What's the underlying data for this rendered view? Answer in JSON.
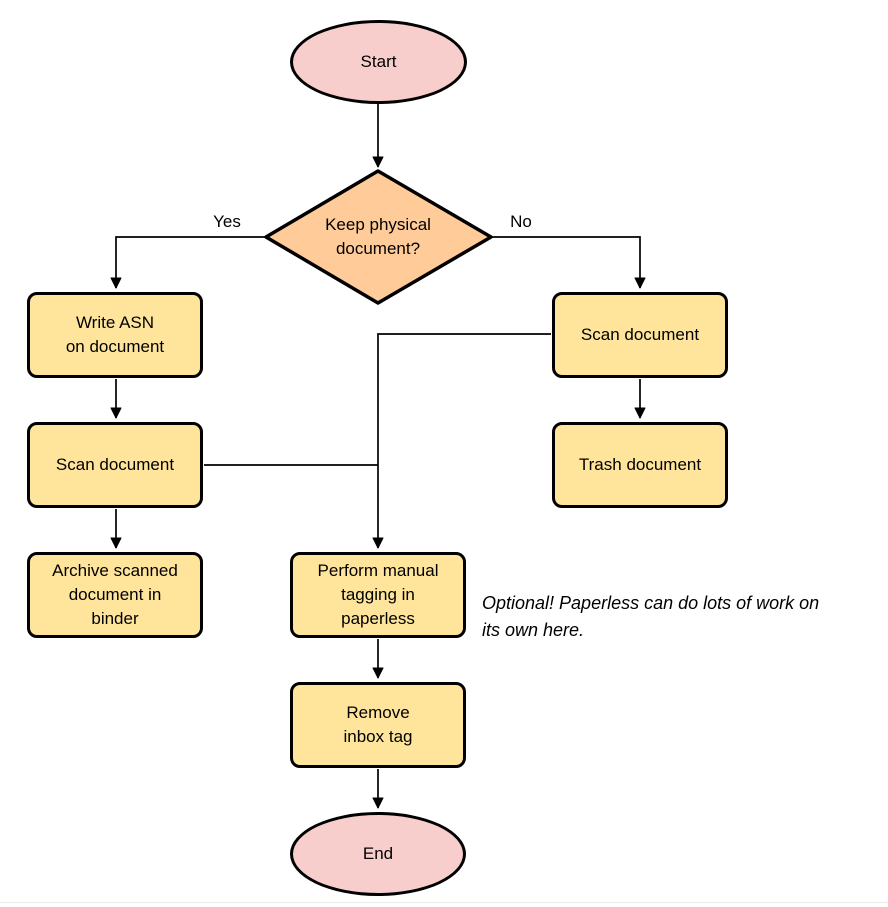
{
  "colors": {
    "pink": "#F8CECC",
    "orange": "#FFCC99",
    "yellow": "#FFE59C",
    "stroke": "#000000",
    "rule": "#EAEAE6"
  },
  "nodes": {
    "start": {
      "label": "Start"
    },
    "decision": {
      "label": "Keep physical\ndocument?"
    },
    "write_asn": {
      "label": "Write ASN\non document"
    },
    "scan_left": {
      "label": "Scan document"
    },
    "archive": {
      "label": "Archive scanned\ndocument in\nbinder"
    },
    "scan_right": {
      "label": "Scan document"
    },
    "trash": {
      "label": "Trash document"
    },
    "tagging": {
      "label": "Perform manual\ntagging in\npaperless"
    },
    "remove_tag": {
      "label": "Remove\ninbox tag"
    },
    "end": {
      "label": "End"
    }
  },
  "edges": {
    "yes_label": "Yes",
    "no_label": "No"
  },
  "note": {
    "text": "Optional! Paperless can do lots of work on\nits own here."
  }
}
